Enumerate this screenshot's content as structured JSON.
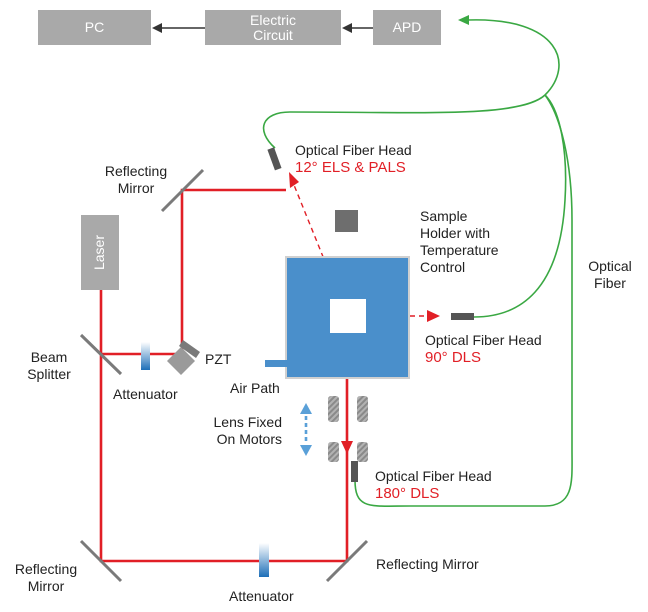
{
  "boxes": {
    "pc": "PC",
    "circuit_line1": "Electric",
    "circuit_line2": "Circuit",
    "apd": "APD",
    "laser": "Laser"
  },
  "labels": {
    "reflecting_mirror_top_1": "Reflecting",
    "reflecting_mirror_top_2": "Mirror",
    "fiber_head_12_title": "Optical Fiber Head",
    "fiber_head_12_mode": "12° ELS & PALS",
    "sample_holder": [
      "Sample",
      "Holder with",
      "Temperature",
      "Control"
    ],
    "optical_fiber_1": "Optical",
    "optical_fiber_2": "Fiber",
    "fiber_head_90_title": "Optical Fiber Head",
    "fiber_head_90_mode": "90° DLS",
    "beam_splitter_1": "Beam",
    "beam_splitter_2": "Splitter",
    "attenuator_left": "Attenuator",
    "pzt": "PZT",
    "air_path": "Air Path",
    "lens_1": "Lens Fixed",
    "lens_2": "On Motors",
    "fiber_head_180_title": "Optical Fiber Head",
    "fiber_head_180_mode": "180° DLS",
    "reflecting_mirror_bl_1": "Reflecting",
    "reflecting_mirror_bl_2": "Mirror",
    "reflecting_mirror_br": "Reflecting Mirror",
    "attenuator_bottom": "Attenuator"
  },
  "colors": {
    "laser_beam": "#e11f26",
    "fiber": "#3aa843",
    "sample": "#4a8fcb",
    "box": "#a9a9a9"
  }
}
